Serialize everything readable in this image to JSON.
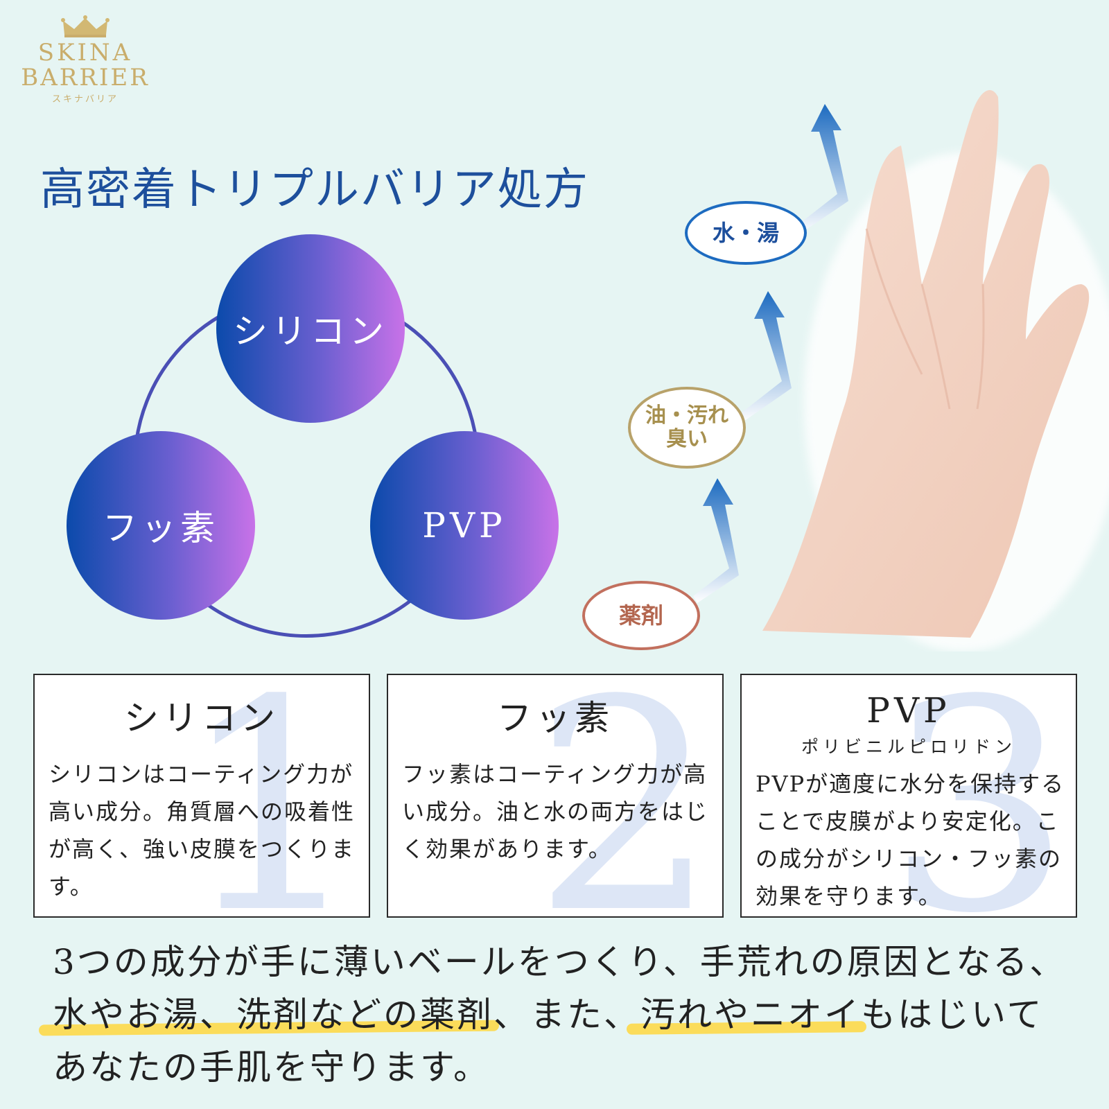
{
  "logo": {
    "line1": "SKINA",
    "line2": "BARRIER",
    "line3": "スキナバリア"
  },
  "headline": "高密着トリプルバリア処方",
  "trio": {
    "top": "シリコン",
    "left": "フッ素",
    "right": "PVP"
  },
  "tags": {
    "water": "水・湯",
    "oil_line1": "油・汚れ",
    "oil_line2": "臭い",
    "chem": "薬剤"
  },
  "cards": [
    {
      "num": "1",
      "title": "シリコン",
      "sub": "",
      "body": "シリコンはコーティング力が高い成分。角質層への吸着性が高く、強い皮膜をつくります。"
    },
    {
      "num": "2",
      "title": "フッ素",
      "sub": "",
      "body": "フッ素はコーティング力が高い成分。油と水の両方をはじく効果があります。"
    },
    {
      "num": "3",
      "title": "PVP",
      "sub": "ポリビニルピロリドン",
      "body": "PVPが適度に水分を保持することで皮膜がより安定化。この成分がシリコン・フッ素の効果を守ります。"
    }
  ],
  "bottom": {
    "line1": "3つの成分が手に薄いベールをつくり、手荒れの原因となる、",
    "hl1": "水やお湯、洗剤などの薬剤",
    "mid": "、また、",
    "hl2": "汚れやニオイ",
    "tail": "もはじいて",
    "line3": "あなたの手肌を守ります。"
  },
  "colors": {
    "background": "#e6f5f3",
    "headline": "#1d4f9c",
    "gold": "#c9ad6b",
    "highlight": "#fbdc5a"
  }
}
